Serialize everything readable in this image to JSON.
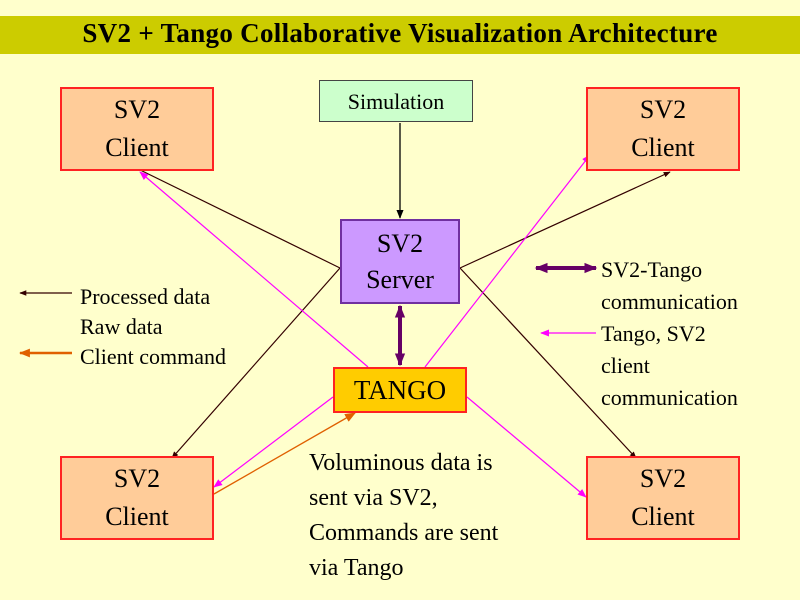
{
  "title": "SV2 + Tango Collaborative Visualization Architecture",
  "nodes": {
    "client_label": [
      "SV2",
      "Client"
    ],
    "simulation": "Simulation",
    "server": [
      "SV2",
      "Server"
    ],
    "tango": "TANGO"
  },
  "legend_left": [
    "Processed data",
    "Raw data",
    "Client command"
  ],
  "legend_right": [
    "SV2-Tango",
    "communication",
    "Tango, SV2",
    "client",
    "communication"
  ],
  "note": [
    "Voluminous data is",
    "sent via SV2,",
    "Commands are sent",
    "via Tango"
  ],
  "colors": {
    "background": "#ffffcc",
    "title_bar": "#cccc00",
    "client_fill": "#ffcc99",
    "client_border": "#ff2222",
    "server_fill": "#cc99ff",
    "tango_fill": "#ffcc00",
    "simulation_fill": "#ccffcc",
    "processed_data_arrow": "#330000",
    "raw_data_arrow": "#000000",
    "client_command_arrow": "#e06000",
    "sv2_tango_arrow": "#660066",
    "tango_client_arrow": "#ff00ff"
  }
}
